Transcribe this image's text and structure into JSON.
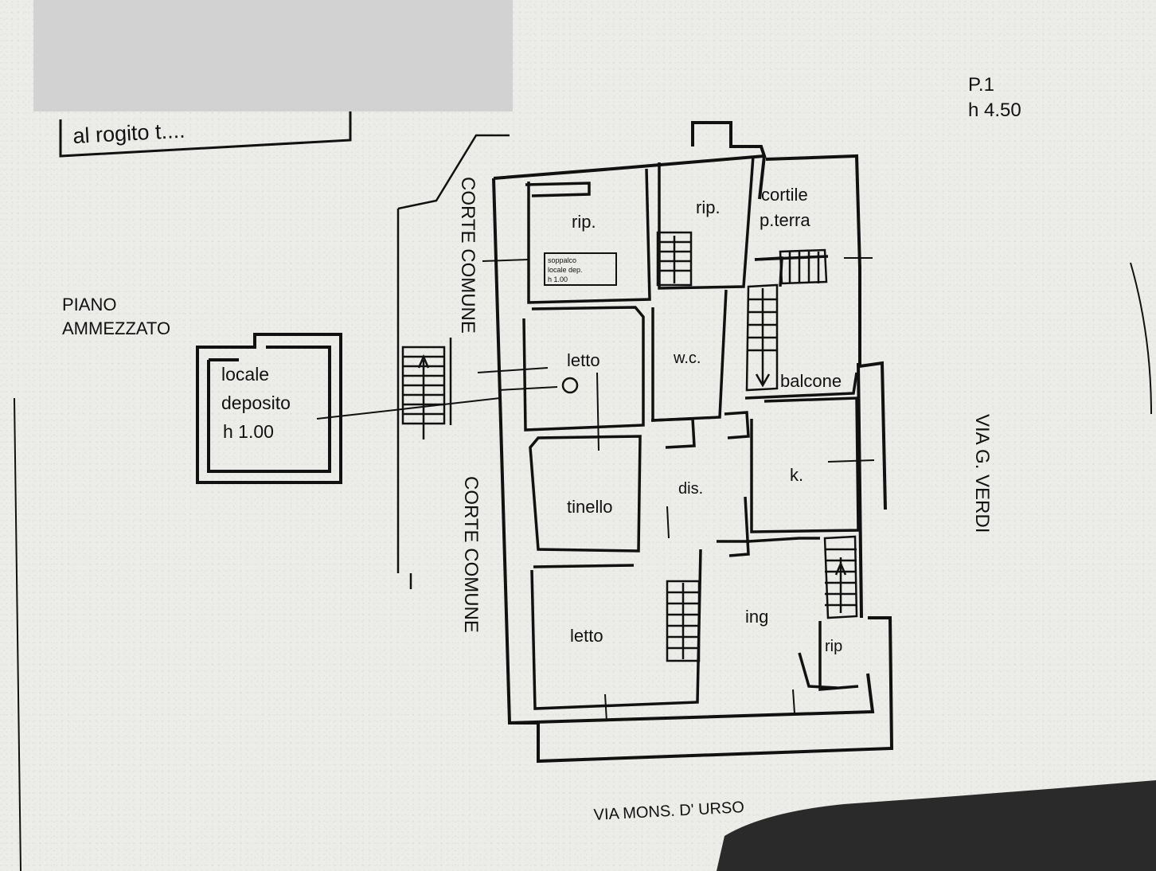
{
  "header": {
    "rogito_text": "al rogito t...."
  },
  "floor": {
    "code": "P.1",
    "height": "h 4.50"
  },
  "mezzanine": {
    "title_line1": "PIANO",
    "title_line2": "AMMEZZATO",
    "room_line1": "locale",
    "room_line2": "deposito",
    "room_line3": "h 1.00"
  },
  "small_note": {
    "line1": "soppalco",
    "line2": "locale dep.",
    "line3": "h 1.00"
  },
  "rooms": {
    "rip_left": "rip.",
    "rip_right": "rip.",
    "cortile_line1": "cortile",
    "cortile_line2": "p.terra",
    "letto_top": "letto",
    "wc": "w.c.",
    "balcone": "balcone",
    "tinello": "tinello",
    "dis": "dis.",
    "kitchen": "k.",
    "ing": "ing",
    "letto_bottom": "letto",
    "rip_small": "rip"
  },
  "streets": {
    "corte_comune_top": "CORTE COMUNE",
    "corte_comune_bottom": "CORTE COMUNE",
    "via_verdi": "VIA G. VERDI",
    "via_urso": "VIA MONS. D' URSO"
  },
  "colors": {
    "ink": "#111111",
    "paper": "#ecece9",
    "redaction": "#d2d2d2",
    "shadow": "#2a2a2a"
  }
}
